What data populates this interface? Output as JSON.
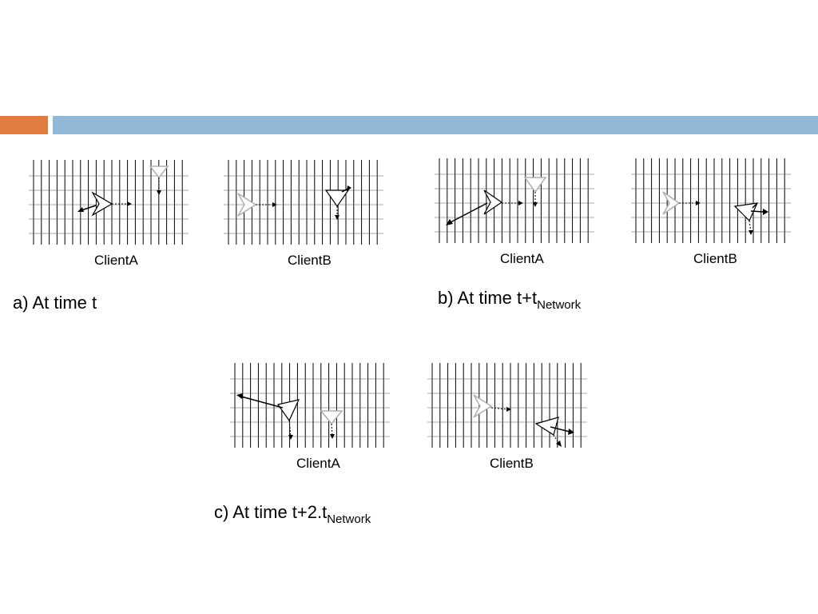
{
  "theme": {
    "accent_color": "#e07b42",
    "bar_color": "#93b7d6"
  },
  "panels": {
    "a_clientA": {
      "caption": "ClientA"
    },
    "a_clientB": {
      "caption": "ClientB"
    },
    "b_clientA": {
      "caption": "ClientA"
    },
    "b_clientB": {
      "caption": "ClientB"
    },
    "c_clientA": {
      "caption": "ClientA"
    },
    "c_clientB": {
      "caption": "ClientB"
    }
  },
  "labels": {
    "a": {
      "text": "a) At time t"
    },
    "b": {
      "text": "b) At time t+t",
      "sub": "Network"
    },
    "c": {
      "text": "c) At time t+2.t",
      "sub": "Network"
    }
  }
}
